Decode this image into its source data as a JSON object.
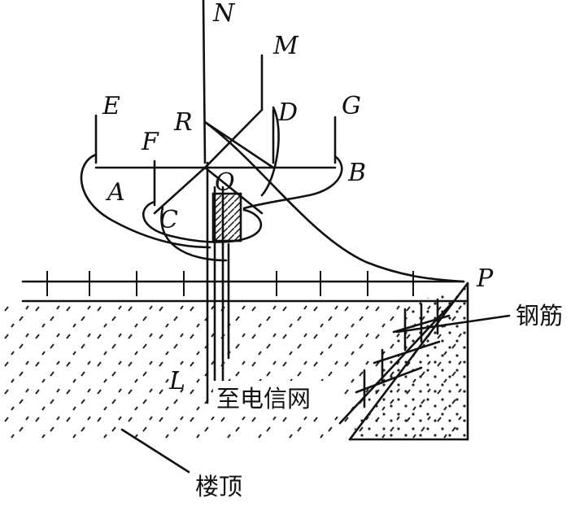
{
  "labels": {
    "N": "N",
    "M": "M",
    "E": "E",
    "R": "R",
    "D": "D",
    "G": "G",
    "F": "F",
    "O": "O",
    "B": "B",
    "A": "A",
    "C": "C",
    "P": "P",
    "L": "L"
  },
  "captions": {
    "rebar": "钢筋",
    "telecom": "至电信网",
    "roof": "楼顶"
  }
}
